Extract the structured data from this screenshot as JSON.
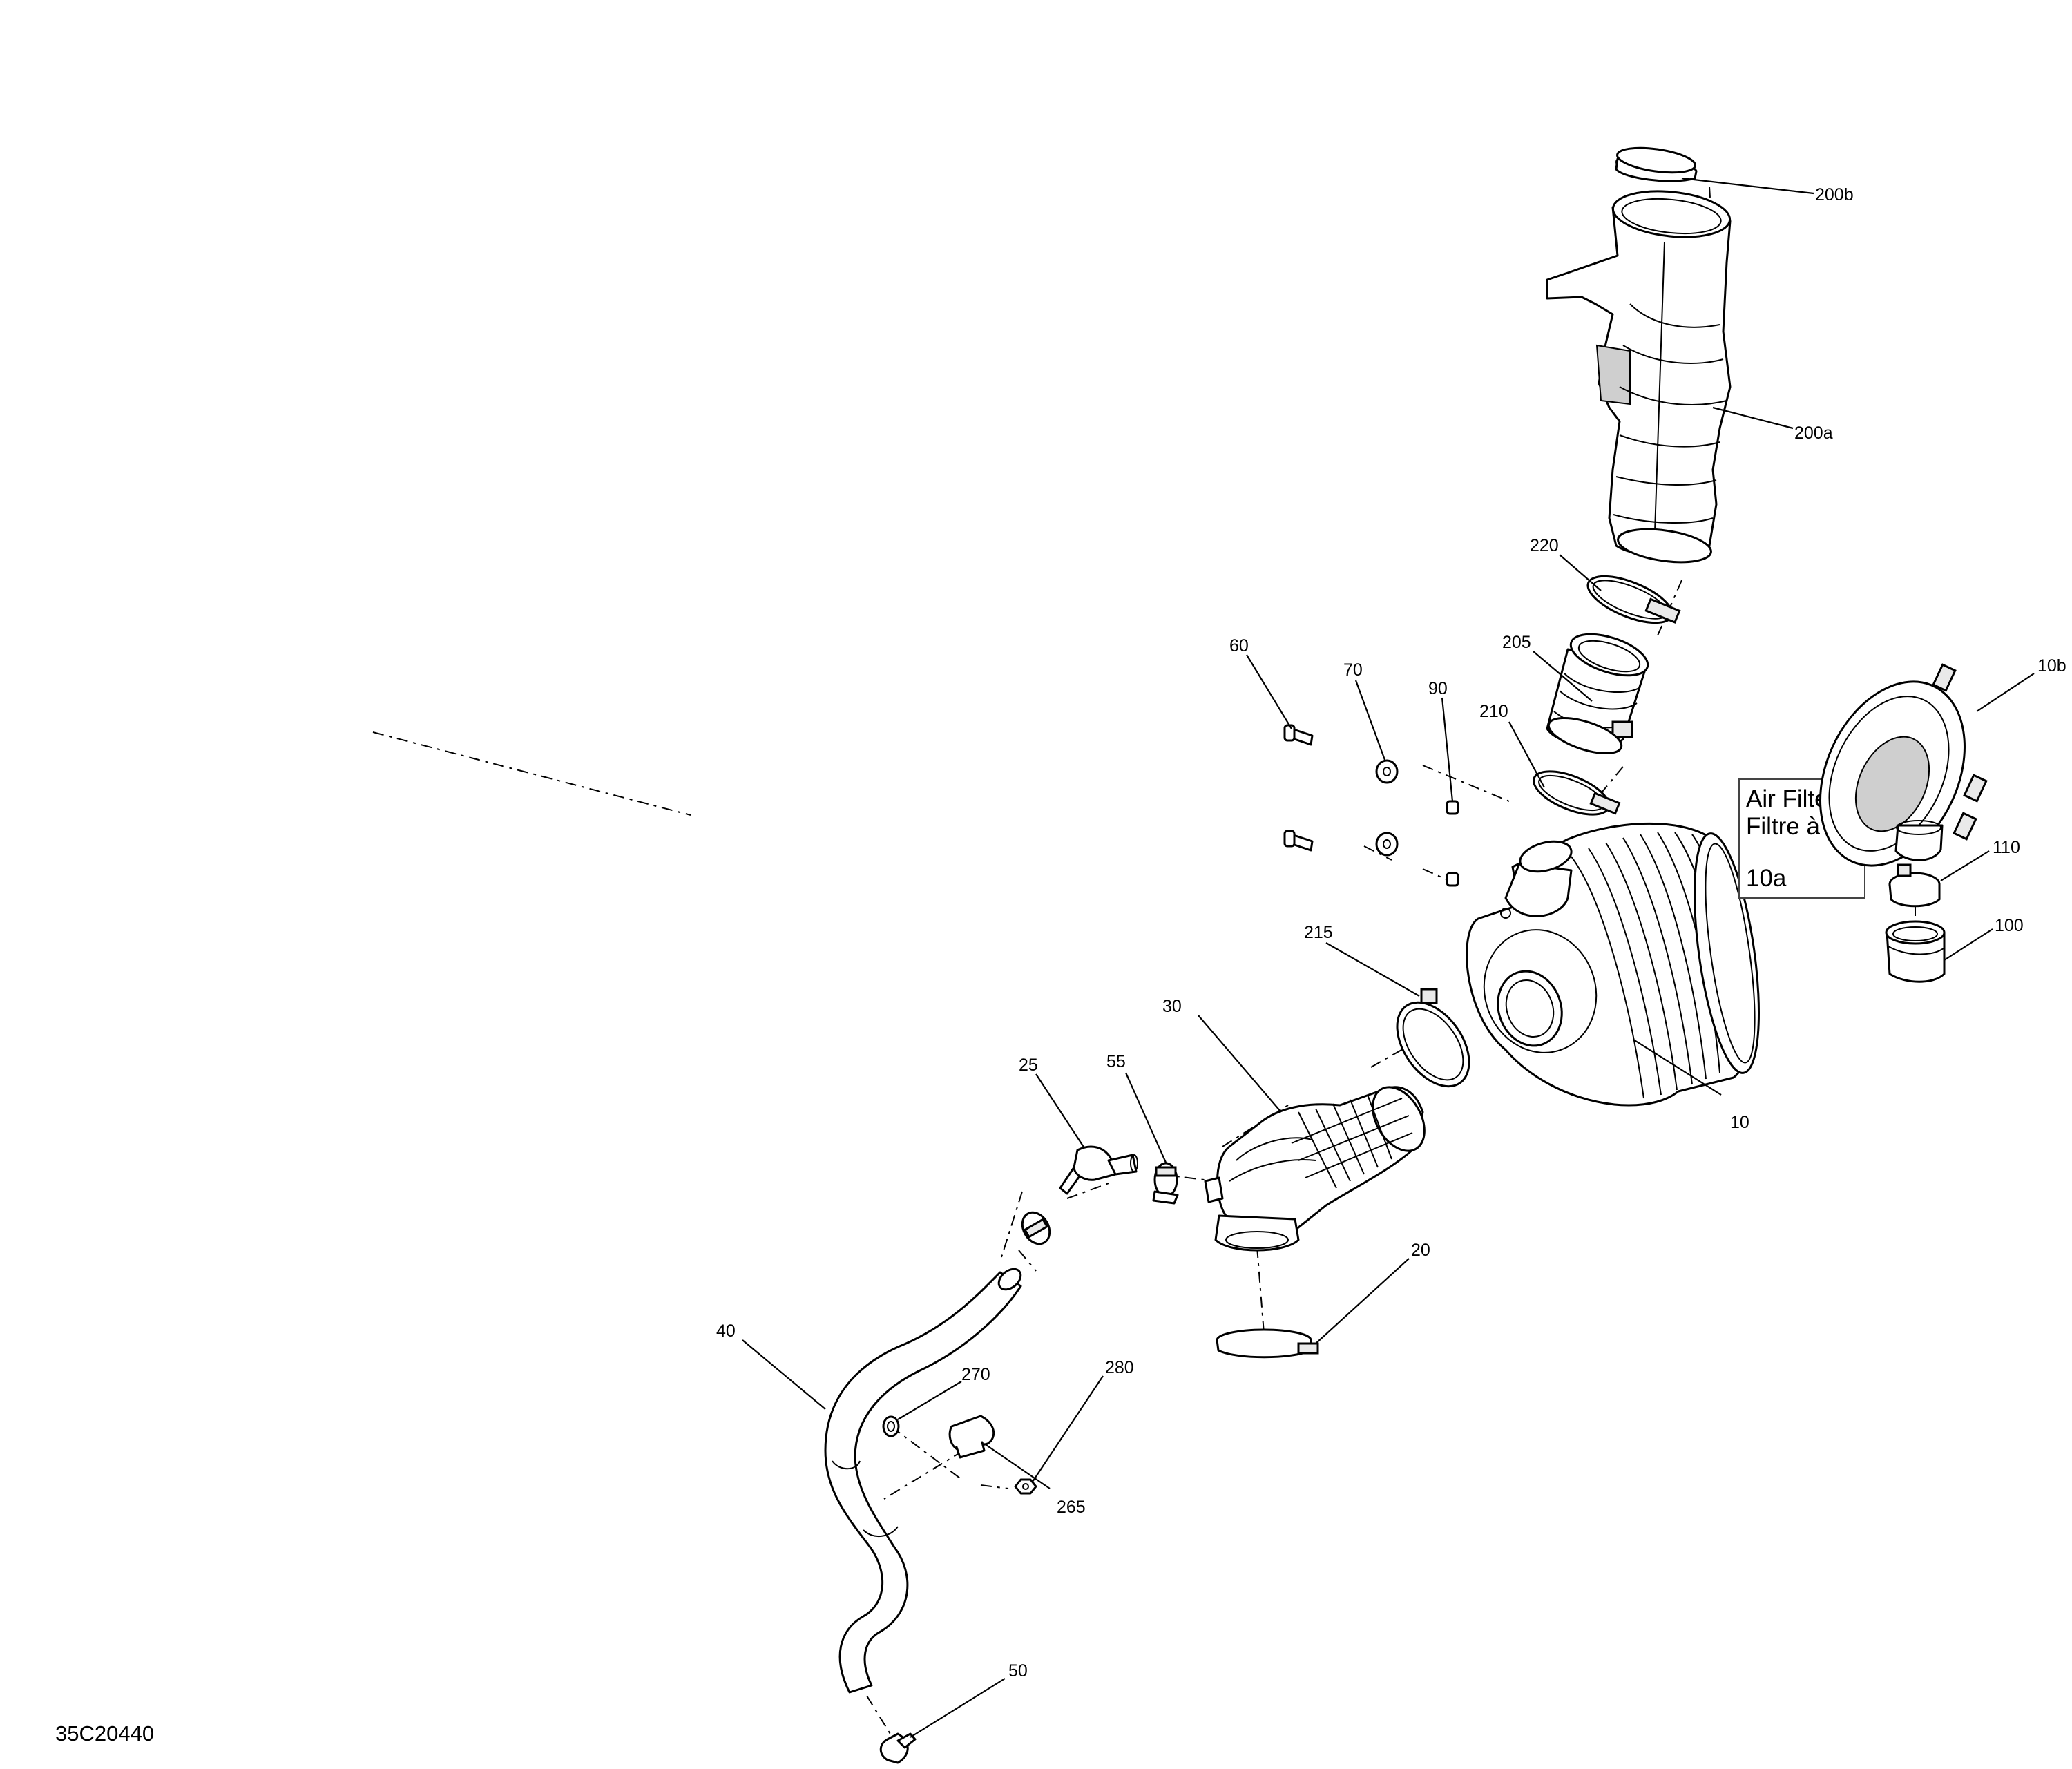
{
  "callouts": {
    "c200b": "200b",
    "c200a": "200a",
    "c220": "220",
    "c205": "205",
    "c210": "210",
    "c60": "60",
    "c70": "70",
    "c90": "90",
    "c10b": "10b",
    "c110": "110",
    "c100": "100",
    "c215": "215",
    "c30": "30",
    "c10": "10",
    "c25": "25",
    "c55": "55",
    "c20": "20",
    "c40": "40",
    "c270": "270",
    "c280": "280",
    "c265": "265",
    "c50": "50"
  },
  "info_box": {
    "line1": "Air Filter",
    "line2": "Filtre à air",
    "ref": "10a"
  },
  "drawing_number": "35C20440"
}
